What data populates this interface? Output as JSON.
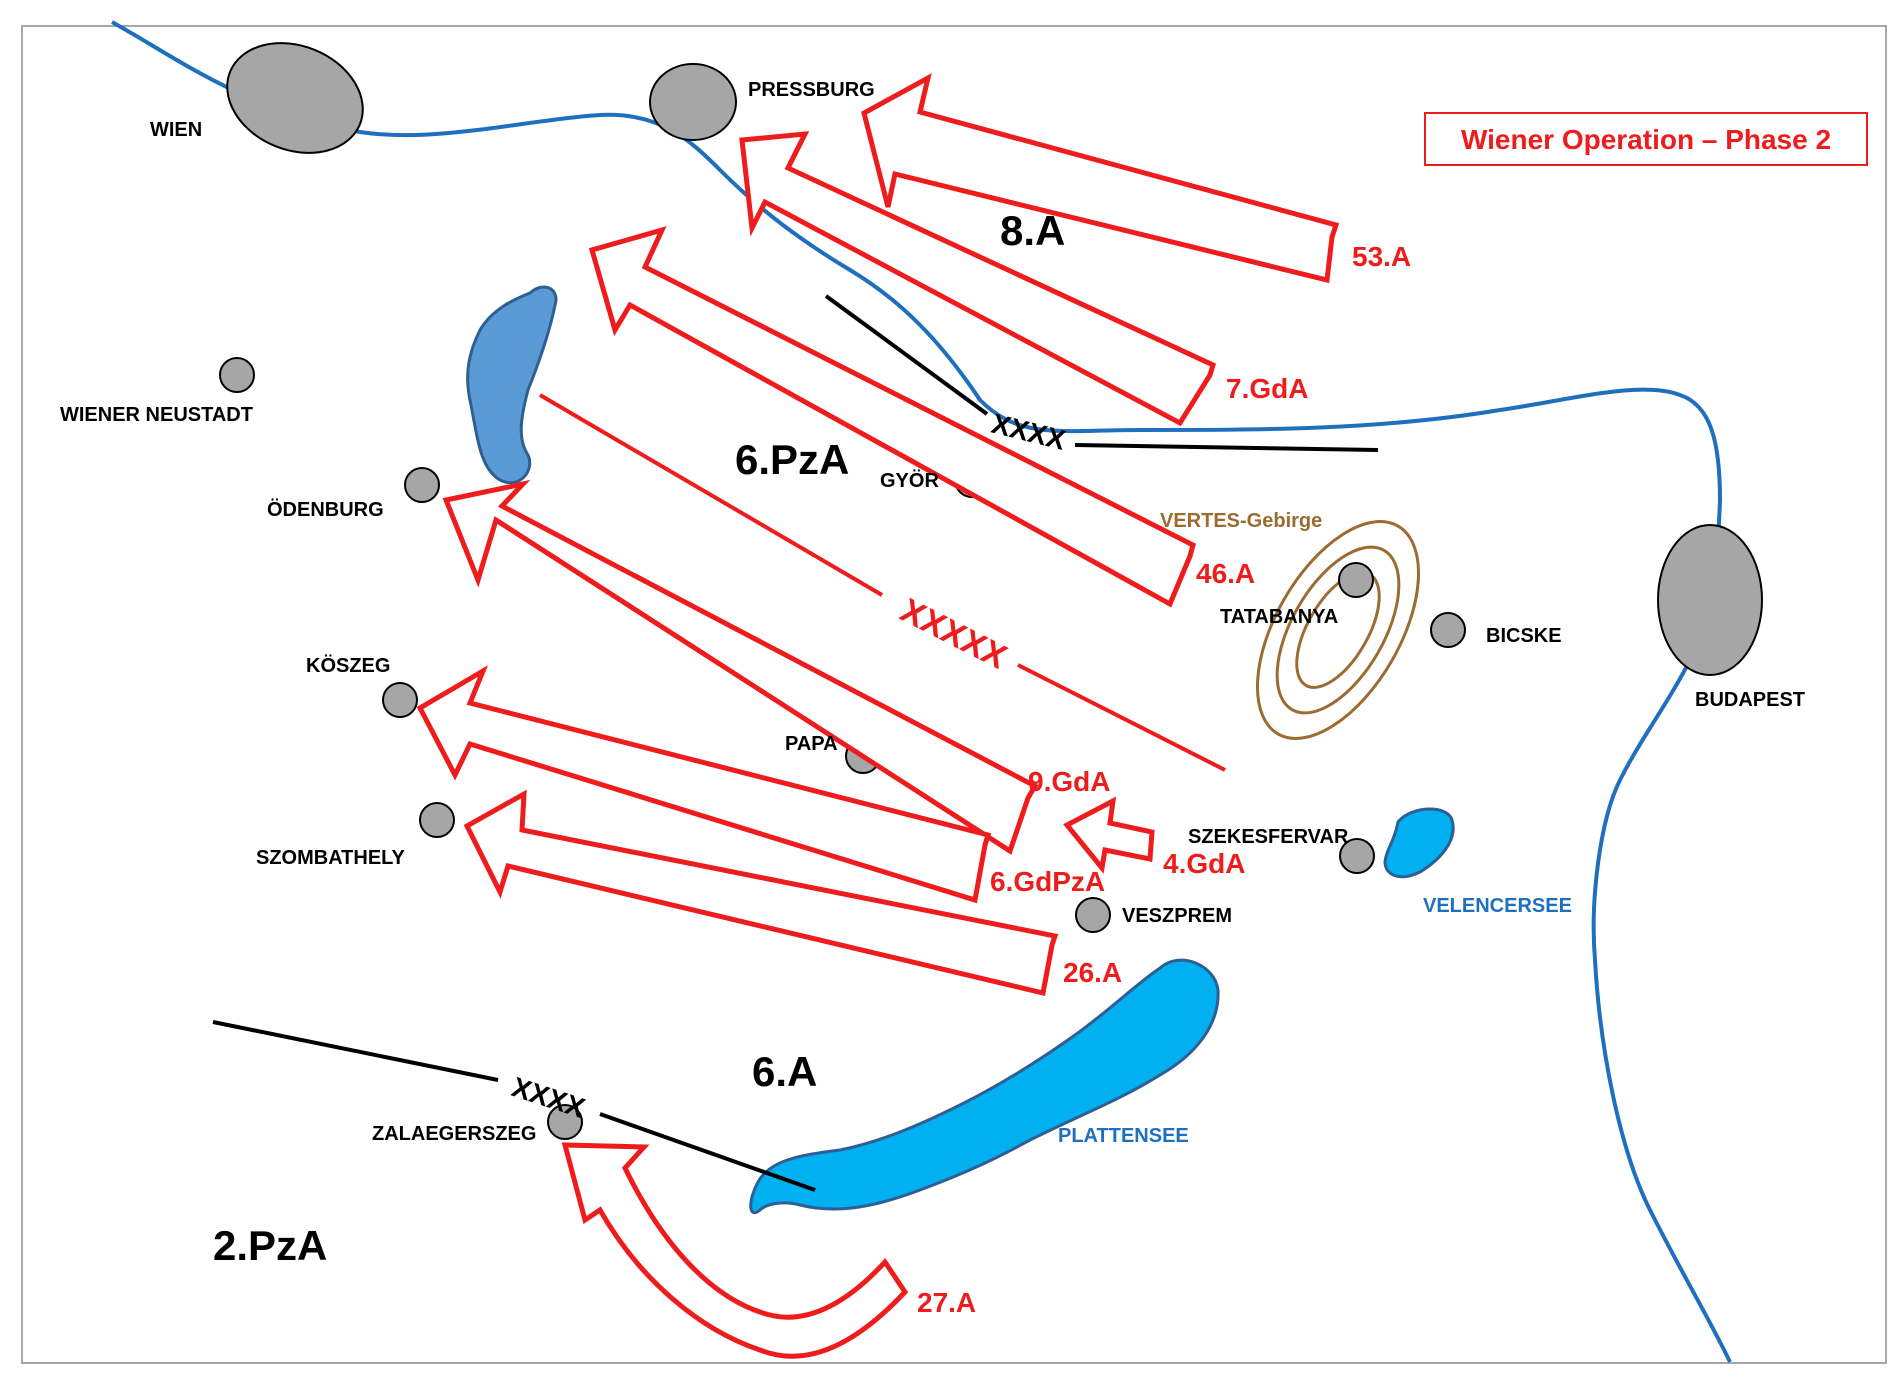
{
  "title": "Wiener Operation – Phase 2",
  "colors": {
    "attack": "#ee1c1c",
    "river": "#1f6fbf",
    "lake_dark": "#5b9bd5",
    "lake_light": "#00b0f0",
    "city_fill": "#a6a6a6",
    "mountain": "#9c6b30",
    "boundary": "#000000"
  },
  "cities": {
    "wien": "WIEN",
    "pressburg": "PRESSBURG",
    "wiener_neustadt": "WIENER NEUSTADT",
    "odenburg": "ÖDENBURG",
    "gyor": "GYÖR",
    "koszeg": "KÖSZEG",
    "papa": "PAPA",
    "szombathely": "SZOMBATHELY",
    "tatabanya": "TATABANYA",
    "bicske": "BICSKE",
    "budapest": "BUDAPEST",
    "szekesfervar": "SZEKESFERVAR",
    "veszprem": "VESZPREM",
    "zalaegerszeg": "ZALAEGERSZEG"
  },
  "features": {
    "vertes": "VERTES-Gebirge",
    "velencersee": "VELENCERSEE",
    "plattensee": "PLATTENSEE"
  },
  "armies": {
    "a8": "8.A",
    "pza6": "6.PzA",
    "a6": "6.A",
    "pza2": "2.PzA"
  },
  "attacks": {
    "a53": "53.A",
    "gda7": "7.GdA",
    "a46": "46.A",
    "gda9": "9.GdA",
    "gda4": "4.GdA",
    "gdpza6": "6.GdPzA",
    "a26": "26.A",
    "a27": "27.A"
  },
  "boundaries": {
    "army_group": "XXXXX",
    "army_north": "XXXX",
    "army_south": "XXXX"
  }
}
